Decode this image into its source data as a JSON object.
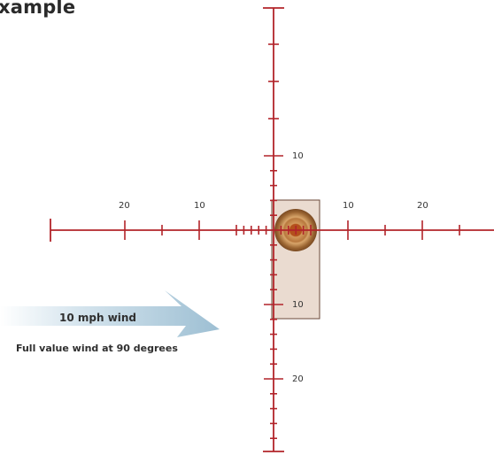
{
  "title": "xample",
  "wind": {
    "label": "10 mph wind",
    "caption": "Full value wind at 90 degrees"
  },
  "reticle": {
    "horizontal_labels": {
      "left_20": "20",
      "left_10": "10",
      "right_10": "10",
      "right_20": "20"
    },
    "vertical_labels": {
      "up_10": "10",
      "down_10": "10",
      "down_20": "20"
    }
  },
  "colors": {
    "reticle_line": "#b2242a",
    "target_rect_fill": "#eadbd0",
    "target_rect_stroke": "#6b4a3a",
    "target_ring_outer": "#9b6a3c",
    "target_ring_mid": "#c8955a",
    "target_center": "#8b3a1a",
    "wind_arrow": "#a8c6d8"
  }
}
